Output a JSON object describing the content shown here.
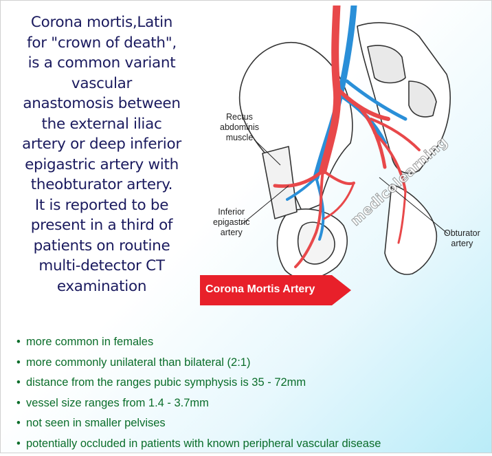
{
  "intro_lines": [
    "Corona mortis,Latin",
    "for \"crown of death\",",
    "is a common variant",
    "vascular",
    "anastomosis between",
    "the external iliac",
    "artery or deep inferior",
    "epigastric artery with",
    "theobturator artery.",
    "It is reported to be",
    "present in a third of",
    "patients on routine",
    "multi-detector CT",
    "examination"
  ],
  "diagram": {
    "labels": {
      "rectus": [
        "Rectus",
        "abdominis",
        "muscle"
      ],
      "inferior": [
        "Inferior",
        "epigastric",
        "artery"
      ],
      "obturator": [
        "Obturator",
        "artery"
      ]
    },
    "callout_label": "Corona Mortis Artery",
    "callout_color": "#e8202a",
    "artery_color": "#e8484a",
    "vein_color": "#2a8fd8",
    "watermark": "medicolearning"
  },
  "facts": {
    "bullet": "•",
    "color": "#0a6d2a",
    "items": [
      "more common in females",
      "more commonly unilateral than bilateral (2:1)",
      "distance from the ranges pubic symphysis is 35 - 72mm",
      "vessel size ranges from 1.4 - 3.7mm",
      "not seen in smaller pelvises",
      "potentially occluded in patients with known peripheral vascular disease"
    ]
  }
}
